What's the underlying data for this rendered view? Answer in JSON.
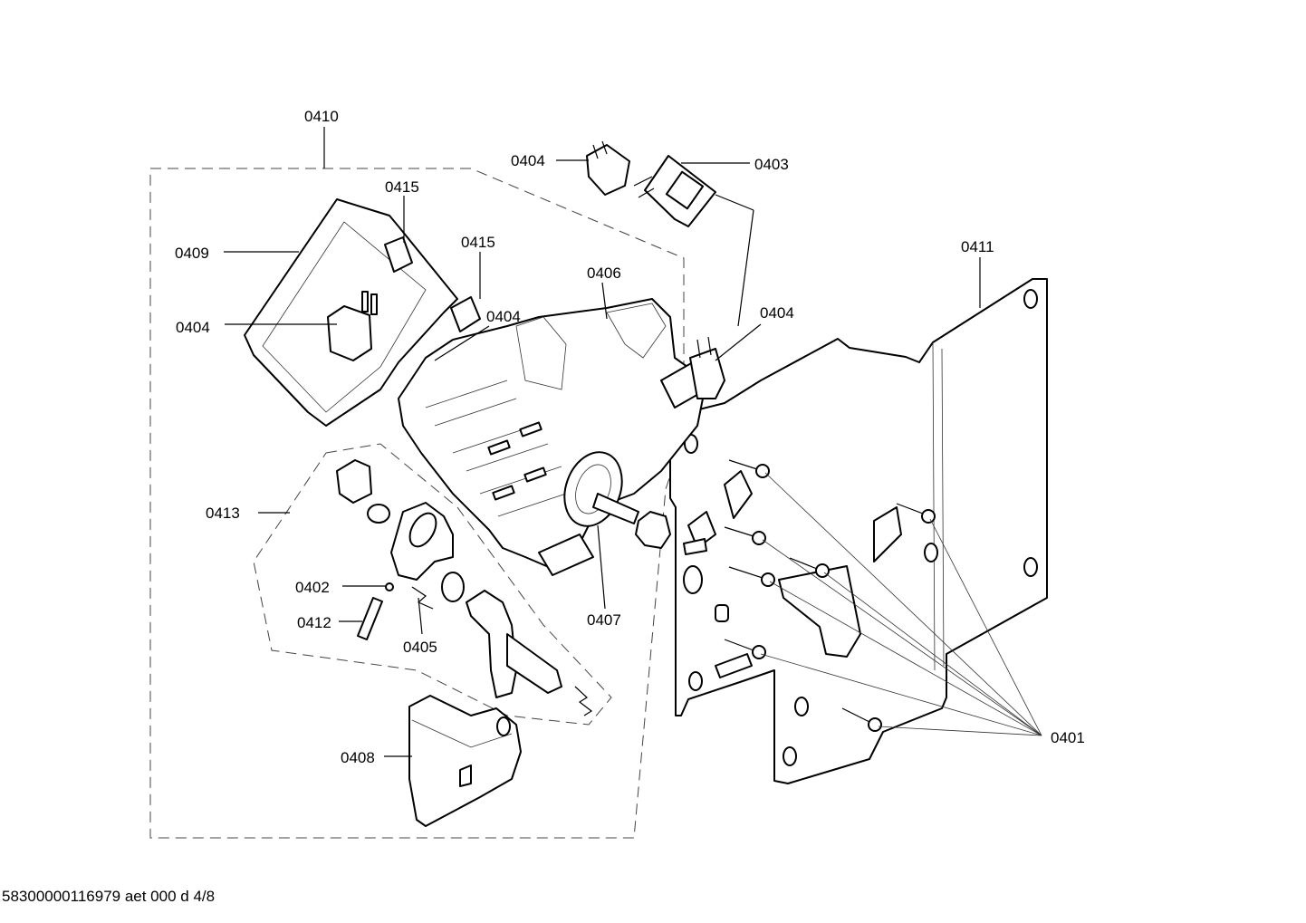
{
  "labels": {
    "l0410": "0410",
    "l0404a": "0404",
    "l0403": "0403",
    "l0415a": "0415",
    "l0415b": "0415",
    "l0409": "0409",
    "l0406": "0406",
    "l0411": "0411",
    "l0404b": "0404",
    "l0404c": "0404",
    "l0404d": "0404",
    "l0413": "0413",
    "l0402": "0402",
    "l0412": "0412",
    "l0405": "0405",
    "l0407": "0407",
    "l0408": "0408",
    "l0401": "0401"
  },
  "footer": "58300000116979 aet 000 d 4/8"
}
